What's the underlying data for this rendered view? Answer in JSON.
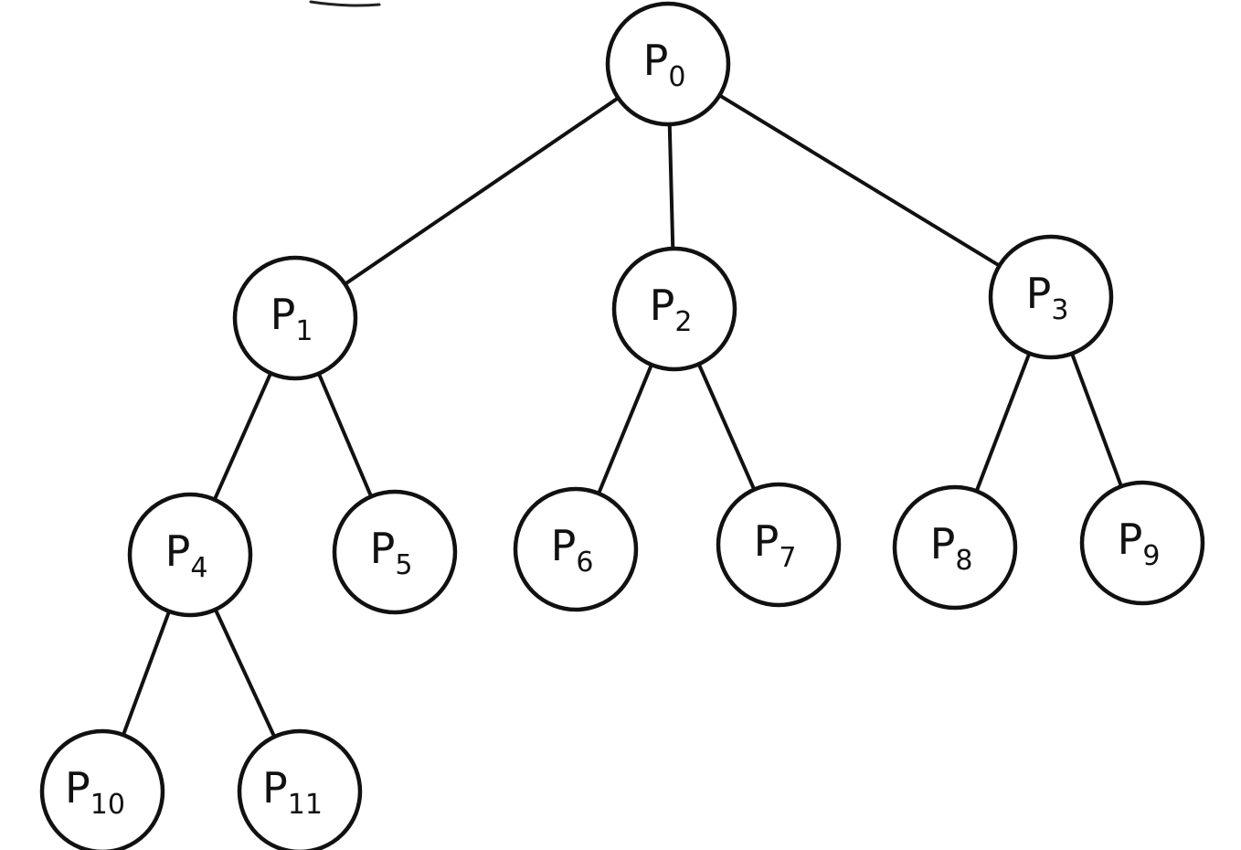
{
  "tree": {
    "nodes": [
      {
        "id": "p0",
        "letter": "P",
        "sub": "0"
      },
      {
        "id": "p1",
        "letter": "P",
        "sub": "1"
      },
      {
        "id": "p2",
        "letter": "P",
        "sub": "2"
      },
      {
        "id": "p3",
        "letter": "P",
        "sub": "3"
      },
      {
        "id": "p4",
        "letter": "P",
        "sub": "4"
      },
      {
        "id": "p5",
        "letter": "P",
        "sub": "5"
      },
      {
        "id": "p6",
        "letter": "P",
        "sub": "6"
      },
      {
        "id": "p7",
        "letter": "P",
        "sub": "7"
      },
      {
        "id": "p8",
        "letter": "P",
        "sub": "8"
      },
      {
        "id": "p9",
        "letter": "P",
        "sub": "9"
      },
      {
        "id": "p10",
        "letter": "P",
        "sub": "10"
      },
      {
        "id": "p11",
        "letter": "P",
        "sub": "11"
      }
    ],
    "edges": [
      {
        "from": "p0",
        "to": "p1"
      },
      {
        "from": "p0",
        "to": "p2"
      },
      {
        "from": "p0",
        "to": "p3"
      },
      {
        "from": "p1",
        "to": "p4"
      },
      {
        "from": "p1",
        "to": "p5"
      },
      {
        "from": "p2",
        "to": "p6"
      },
      {
        "from": "p2",
        "to": "p7"
      },
      {
        "from": "p3",
        "to": "p8"
      },
      {
        "from": "p3",
        "to": "p9"
      },
      {
        "from": "p4",
        "to": "p10"
      },
      {
        "from": "p4",
        "to": "p11"
      }
    ]
  },
  "colors": {
    "ink": "#111111",
    "paper": "#ffffff"
  }
}
